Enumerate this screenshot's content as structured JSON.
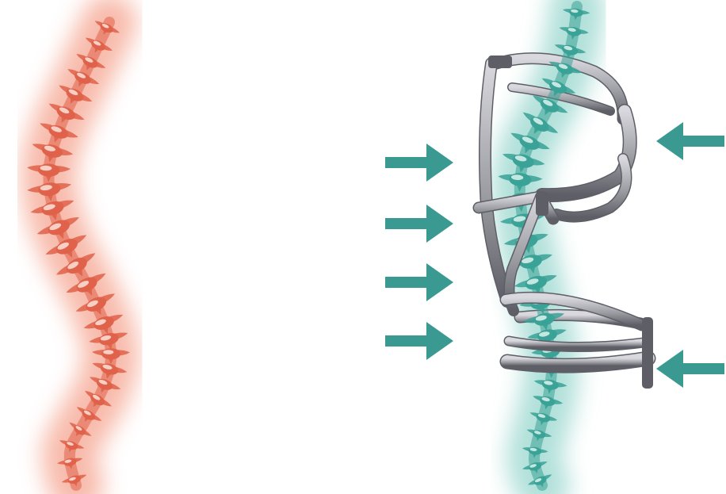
{
  "figure": {
    "left": {
      "subject": "spine-with-pathological-curvature",
      "color": "#e0624a",
      "glow": "#f7b4a3",
      "highlight": "#fbe3da",
      "vertebra_count": 27
    },
    "right": {
      "subject": "spine-corrected-by-brace",
      "color": "#3aa296",
      "glow": "#a9ddd6",
      "highlight": "#def3ef",
      "vertebra_count": 27,
      "brace_color": "#9c9ca3",
      "brace_shadow": "#5e5e66",
      "brace_highlight": "#d8d8de"
    },
    "arrows": {
      "color": "#3a9a92",
      "left_side_count": 4,
      "right_side_count": 2,
      "left_side_direction": "right",
      "right_side_direction": "left"
    }
  }
}
